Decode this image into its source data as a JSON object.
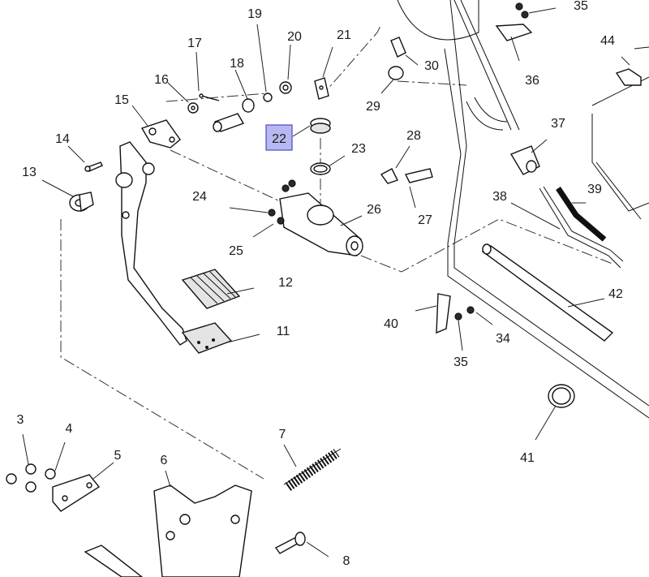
{
  "diagram": {
    "highlight_color": "#b8b8f0",
    "highlighted_part": "22",
    "labels": {
      "p3": "3",
      "p4": "4",
      "p5": "5",
      "p6": "6",
      "p7": "7",
      "p8": "8",
      "p11": "11",
      "p12": "12",
      "p13": "13",
      "p14": "14",
      "p15": "15",
      "p16": "16",
      "p17": "17",
      "p18": "18",
      "p19": "19",
      "p20": "20",
      "p21": "21",
      "p22": "22",
      "p23": "23",
      "p24": "24",
      "p25": "25",
      "p26": "26",
      "p27": "27",
      "p28": "28",
      "p29": "29",
      "p30": "30",
      "p34": "34",
      "p35a": "35",
      "p35b": "35",
      "p36": "36",
      "p37": "37",
      "p38": "38",
      "p39": "39",
      "p40": "40",
      "p41": "41",
      "p42": "42",
      "p44": "44"
    }
  }
}
